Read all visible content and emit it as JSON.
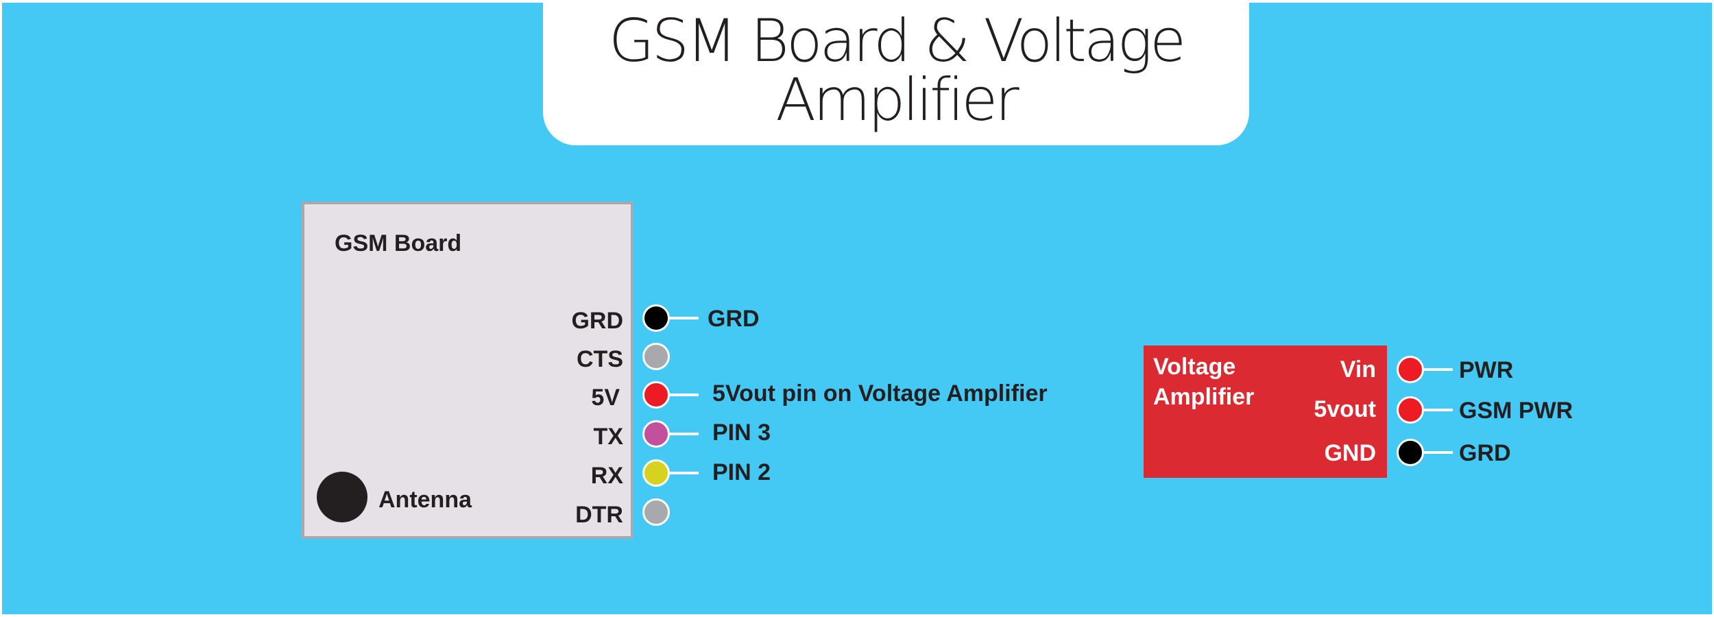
{
  "title": {
    "line1": "GSM Board & Voltage",
    "line2": "Amplifier"
  },
  "gsm_board": {
    "label": "GSM Board",
    "antenna_label": "Antenna",
    "pins": [
      {
        "name": "GRD",
        "color": "#000000",
        "target": "GRD"
      },
      {
        "name": "CTS",
        "color": "#a7a9ac",
        "target": ""
      },
      {
        "name": "5V",
        "color": "#ed1c24",
        "target": "5Vout pin on Voltage Amplifier"
      },
      {
        "name": "TX",
        "color": "#c2509d",
        "target": "PIN 3"
      },
      {
        "name": "RX",
        "color": "#d6d21f",
        "target": "PIN 2"
      },
      {
        "name": "DTR",
        "color": "#a7a9ac",
        "target": ""
      }
    ]
  },
  "voltage_amplifier": {
    "label_line1": "Voltage",
    "label_line2": "Amplifier",
    "pins": [
      {
        "name": "Vin",
        "color": "#ed1c24",
        "target": "PWR"
      },
      {
        "name": "5vout",
        "color": "#ed1c24",
        "target": "GSM PWR"
      },
      {
        "name": "GND",
        "color": "#000000",
        "target": "GRD"
      }
    ]
  },
  "colors": {
    "background": "#44c8f4",
    "board_fill": "#e5e1e6",
    "amplifier_fill": "#dc2a33"
  }
}
